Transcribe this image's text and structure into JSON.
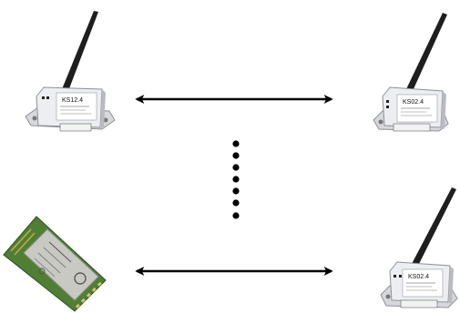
{
  "devices": {
    "top_left": {
      "model_label": "KS12.4",
      "kind": "radio-module-antenna-icon"
    },
    "top_right": {
      "model_label": "KS02.4",
      "kind": "radio-module-antenna-icon"
    },
    "bottom_left": {
      "kind": "rf-chip-module-icon"
    },
    "bottom_right": {
      "model_label": "KS02.4",
      "kind": "radio-module-antenna-icon"
    }
  },
  "links": [
    {
      "from": "top_left",
      "to": "top_right",
      "style": "double-arrow"
    },
    {
      "from": "bottom_left",
      "to": "bottom_right",
      "style": "double-arrow"
    }
  ],
  "ellipsis": {
    "dot_count": 7,
    "meaning": "more device pairs"
  },
  "colors": {
    "housing": "#e9e9ec",
    "housing_shade": "#b9bbc2",
    "antenna": "#222222",
    "label_face": "#ffffff",
    "chip_pcb": "#5a8a3a",
    "chip_shield": "#c9c9c4",
    "arrow": "#000000"
  }
}
